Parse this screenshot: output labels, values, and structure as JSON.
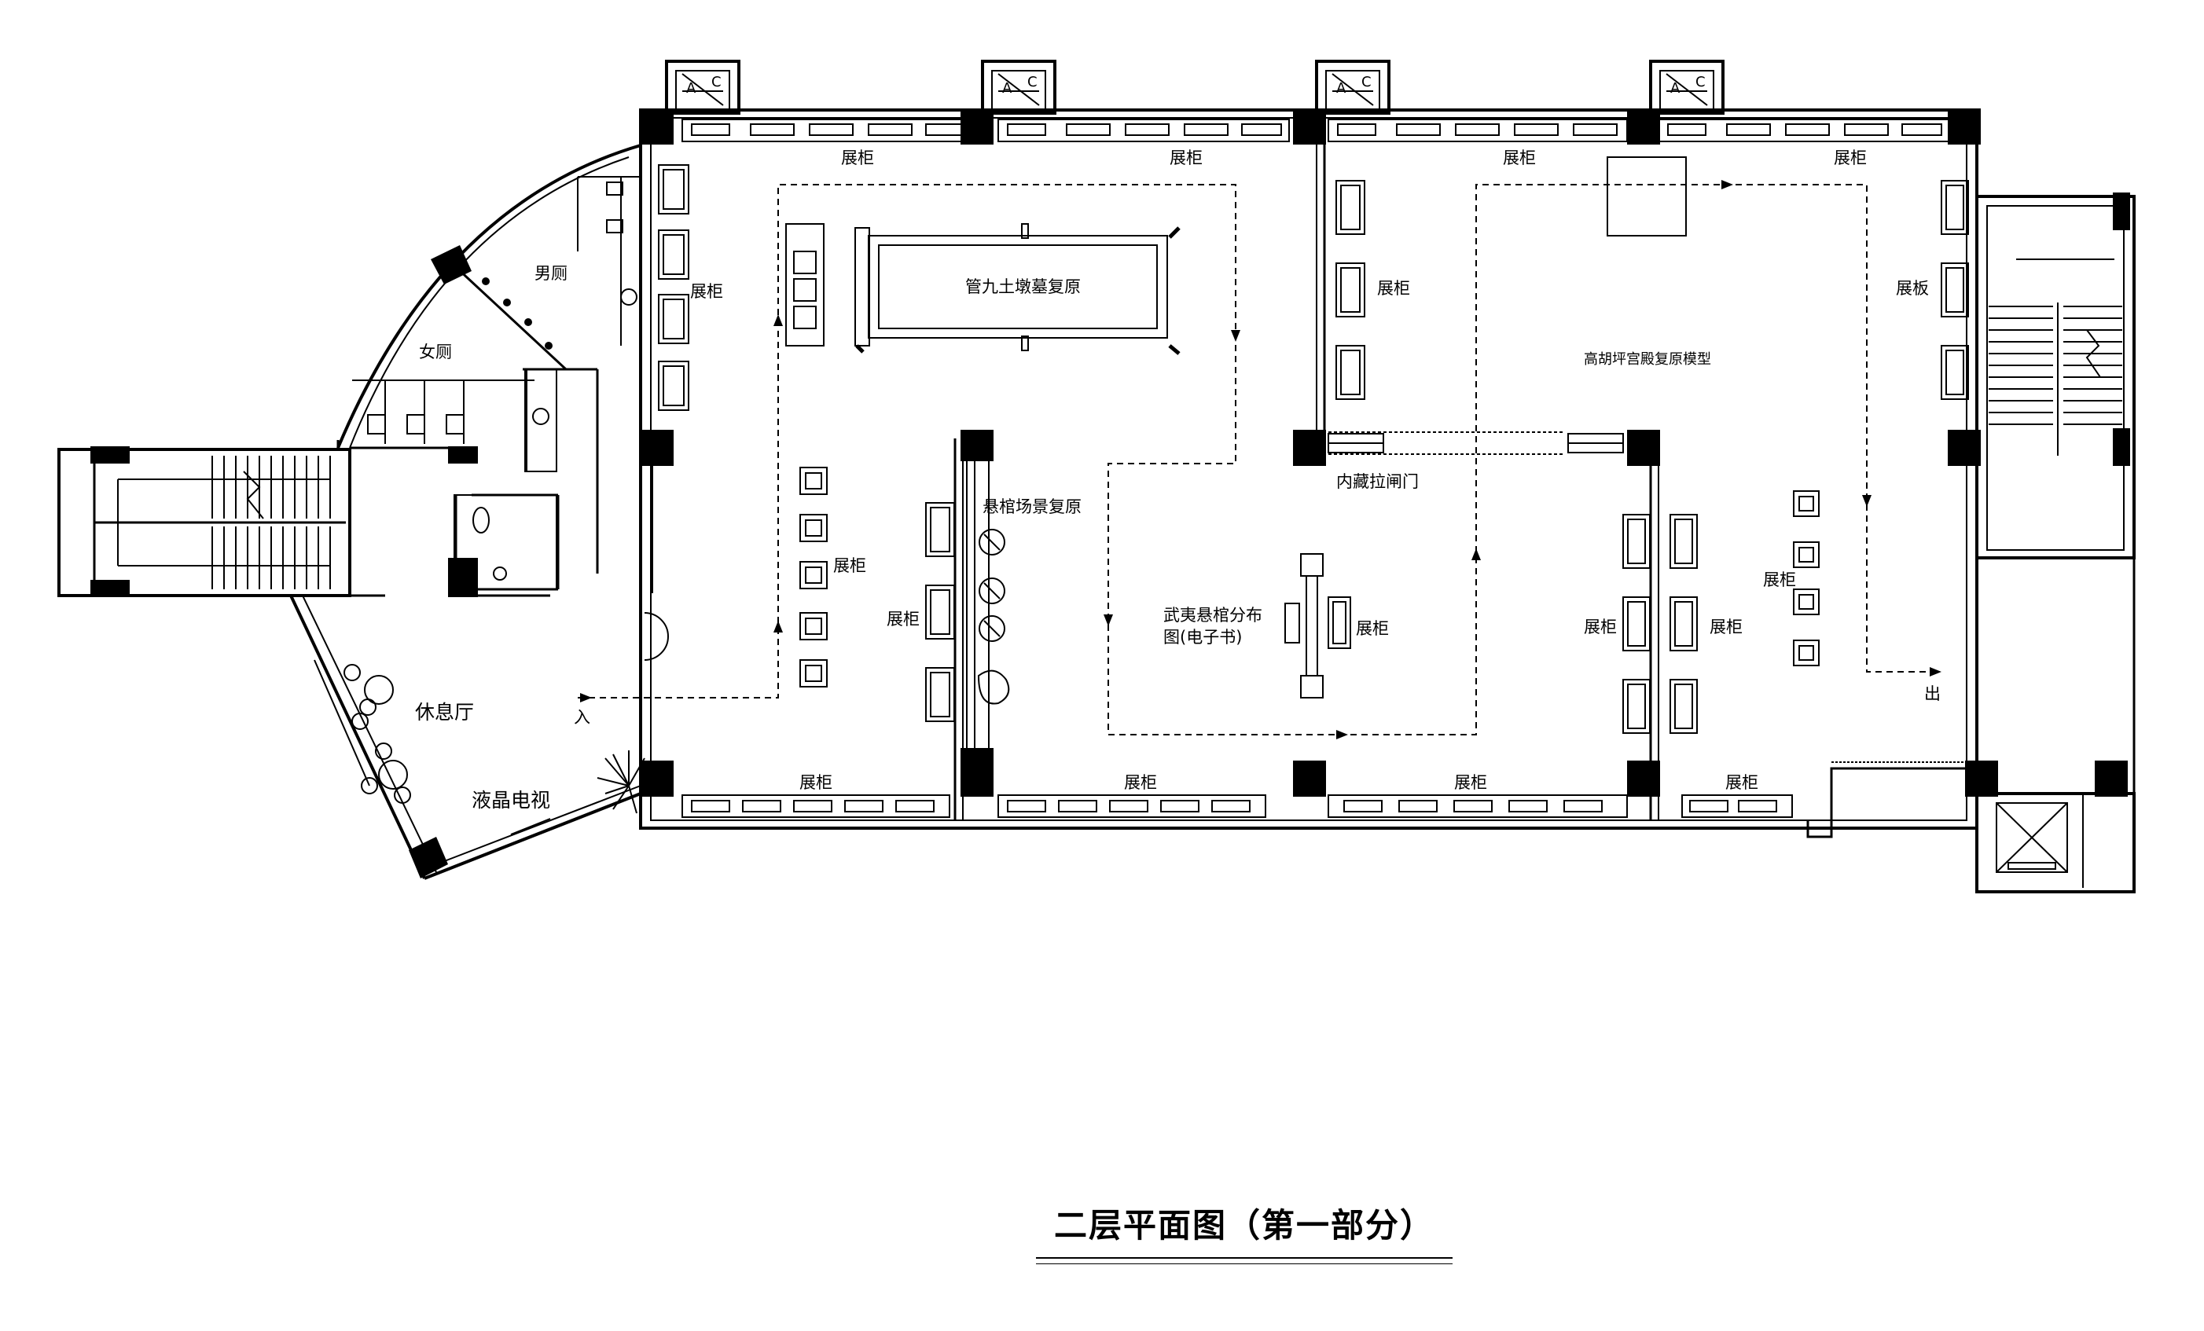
{
  "title": "二层平面图（第一部分）",
  "labels": {
    "zhangui": "展柜",
    "zhanban": "展板",
    "nance": "男厕",
    "nvce": "女厕",
    "xiuxiting": "休息厅",
    "yejing": "液晶电视",
    "ru": "入",
    "chu": "出",
    "guanjiu": "管九土墩墓复原",
    "xuanguan": "悬棺场景复原",
    "wuyi_line1": "武夷悬棺分布",
    "wuyi_line2": "图(电子书)",
    "gaohuping": "高胡坪宫殿复原模型",
    "neicang": "内藏拉闸门",
    "stair_a": "A",
    "stair_c": "C"
  },
  "colors": {
    "line": "#000000",
    "background": "#ffffff"
  }
}
